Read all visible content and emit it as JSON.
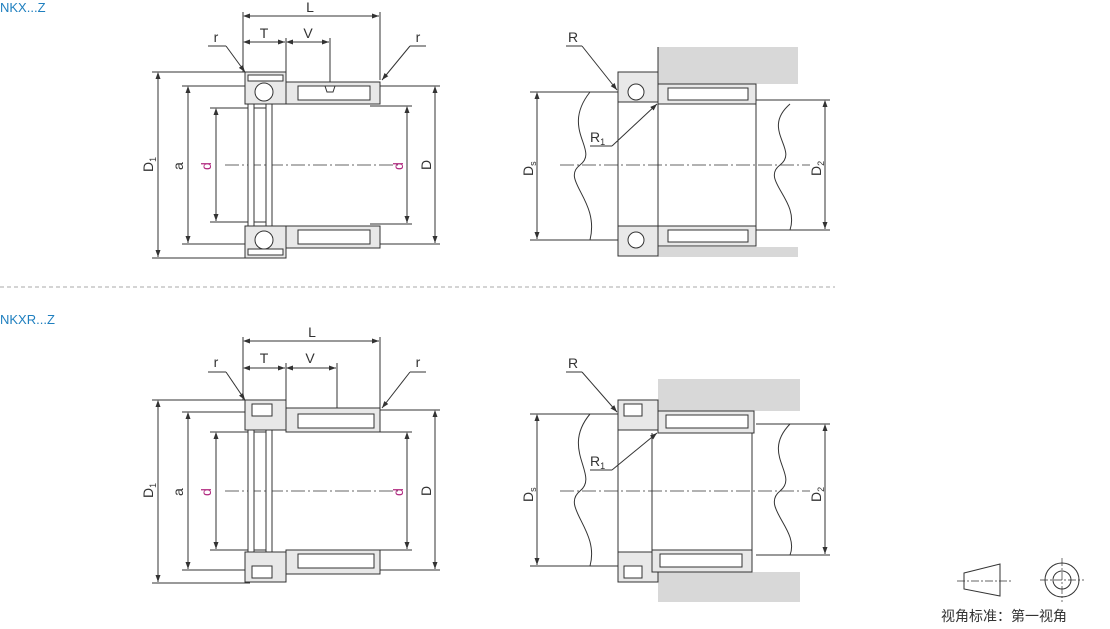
{
  "sections": [
    {
      "series": "NKX...Z",
      "left_labels": {
        "L": "L",
        "T": "T",
        "V": "V",
        "r_left": "r",
        "r_right": "r",
        "D1_main": "D",
        "D1_sub": "1",
        "a": "a",
        "d_left": "d",
        "d_right": "d",
        "D": "D"
      },
      "right_labels": {
        "R": "R",
        "R1_main": "R",
        "R1_sub": "1",
        "Ds_main": "D",
        "Ds_sub": "s",
        "D2_main": "D",
        "D2_sub": "2"
      }
    },
    {
      "series": "NKXR...Z",
      "left_labels": {
        "L": "L",
        "T": "T",
        "V": "V",
        "r_left": "r",
        "r_right": "r",
        "D1_main": "D",
        "D1_sub": "1",
        "a": "a",
        "d_left": "d",
        "d_right": "d",
        "D": "D"
      },
      "right_labels": {
        "R": "R",
        "R1_main": "R",
        "R1_sub": "1",
        "Ds_main": "D",
        "Ds_sub": "s",
        "D2_main": "D",
        "D2_sub": "2"
      }
    }
  ],
  "projection_caption": "视角标准：第一视角",
  "colors": {
    "series_label": "#1f7fbf",
    "d_label": "#b0287f",
    "line": "#333333",
    "fill": "#e8e8e8",
    "housing": "#d8d8d8"
  }
}
